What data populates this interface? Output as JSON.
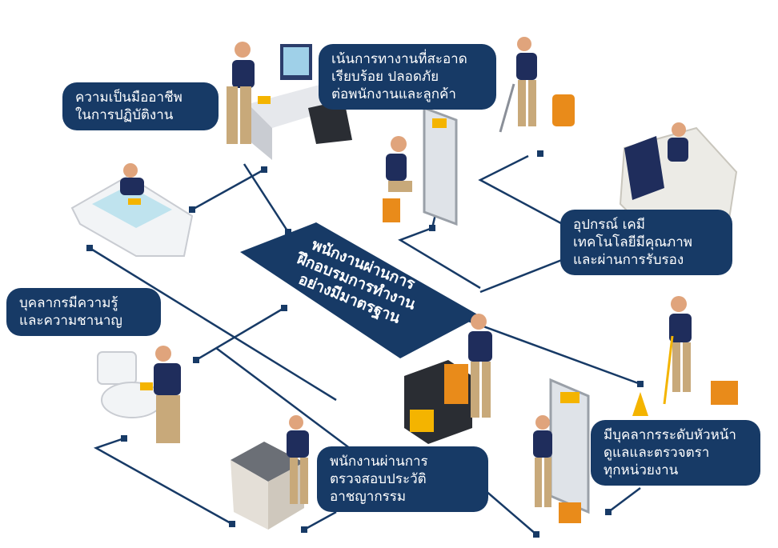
{
  "center": {
    "text": "พนักงานผ่านการ\nฝึกอบรมการทำงาน\nอย่างมีมาตรฐาน"
  },
  "labels": [
    {
      "id": "professional",
      "text": "ความเป็นมืออาชีพ\nในการปฏิบัติงาน"
    },
    {
      "id": "cleanliness",
      "text": "เน้นการทางานที่สะอาด\nเรียบร้อย ปลอดภัย\nต่อพนักงานและลูกค้า"
    },
    {
      "id": "equipment",
      "text": "อุปกรณ์ เคมี\nเทคโนโลยีมีคุณภาพ\nและผ่านการรับรอง"
    },
    {
      "id": "knowledge",
      "text": "บุคลากรมีความรู้\nและความชานาญ"
    },
    {
      "id": "background",
      "text": "พนักงานผ่านการ\nตรวจสอบประวัติ\nอาชญากรรม"
    },
    {
      "id": "supervisor",
      "text": "มีบุคลากรระดับหัวหน้า\nดูแลและตรวจตรา\nทุกหน่วยงาน"
    }
  ],
  "colors": {
    "navy": "#173a66",
    "shirt": "#1f2d5c",
    "pants": "#c8a97a",
    "skin": "#e0a47c",
    "yellow": "#f4b400",
    "orange": "#e98b1a",
    "grey": "#8a8f98"
  }
}
